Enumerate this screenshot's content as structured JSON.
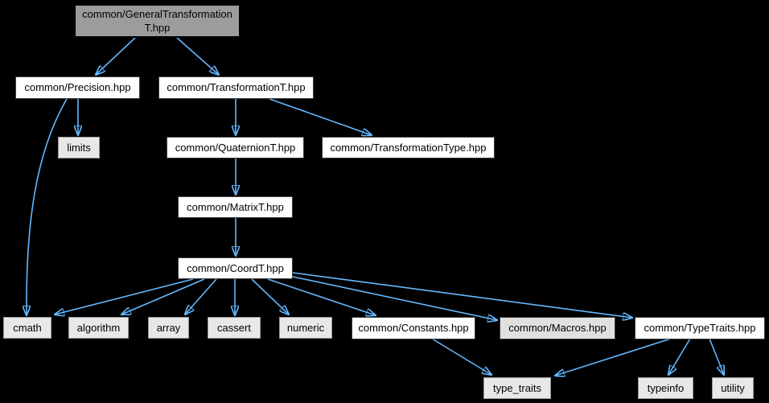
{
  "graph": {
    "kind": "include-dependency-graph",
    "background_color": "#000000",
    "edge_color": "#63b8ff",
    "root_fill": "#9c9c9c",
    "internal_fill": "#ffffff",
    "nolink_fill": "#e0e0e0",
    "external_fill": "#e8e8e8",
    "nodes": {
      "root": {
        "label": "common/GeneralTransformationT.hpp",
        "line1": "common/GeneralTransformation",
        "line2": "T.hpp"
      },
      "precision": {
        "label": "common/Precision.hpp"
      },
      "transformation_t": {
        "label": "common/TransformationT.hpp"
      },
      "limits": {
        "label": "limits"
      },
      "quaternion_t": {
        "label": "common/QuaternionT.hpp"
      },
      "transformation_type": {
        "label": "common/TransformationType.hpp"
      },
      "matrix_t": {
        "label": "common/MatrixT.hpp"
      },
      "coord_t": {
        "label": "common/CoordT.hpp"
      },
      "cmath": {
        "label": "cmath"
      },
      "algorithm": {
        "label": "algorithm"
      },
      "array": {
        "label": "array"
      },
      "cassert": {
        "label": "cassert"
      },
      "numeric": {
        "label": "numeric"
      },
      "constants": {
        "label": "common/Constants.hpp"
      },
      "macros": {
        "label": "common/Macros.hpp"
      },
      "typetraits_hpp": {
        "label": "common/TypeTraits.hpp"
      },
      "type_traits": {
        "label": "type_traits"
      },
      "typeinfo": {
        "label": "typeinfo"
      },
      "utility": {
        "label": "utility"
      }
    },
    "edges": [
      {
        "from": "common/GeneralTransformationT.hpp",
        "to": "common/Precision.hpp"
      },
      {
        "from": "common/GeneralTransformationT.hpp",
        "to": "common/TransformationT.hpp"
      },
      {
        "from": "common/Precision.hpp",
        "to": "limits"
      },
      {
        "from": "common/Precision.hpp",
        "to": "cmath"
      },
      {
        "from": "common/TransformationT.hpp",
        "to": "common/QuaternionT.hpp"
      },
      {
        "from": "common/TransformationT.hpp",
        "to": "common/TransformationType.hpp"
      },
      {
        "from": "common/QuaternionT.hpp",
        "to": "common/MatrixT.hpp"
      },
      {
        "from": "common/MatrixT.hpp",
        "to": "common/CoordT.hpp"
      },
      {
        "from": "common/CoordT.hpp",
        "to": "cmath"
      },
      {
        "from": "common/CoordT.hpp",
        "to": "algorithm"
      },
      {
        "from": "common/CoordT.hpp",
        "to": "array"
      },
      {
        "from": "common/CoordT.hpp",
        "to": "cassert"
      },
      {
        "from": "common/CoordT.hpp",
        "to": "numeric"
      },
      {
        "from": "common/CoordT.hpp",
        "to": "common/Constants.hpp"
      },
      {
        "from": "common/CoordT.hpp",
        "to": "common/Macros.hpp"
      },
      {
        "from": "common/CoordT.hpp",
        "to": "common/TypeTraits.hpp"
      },
      {
        "from": "common/Constants.hpp",
        "to": "type_traits"
      },
      {
        "from": "common/TypeTraits.hpp",
        "to": "type_traits"
      },
      {
        "from": "common/TypeTraits.hpp",
        "to": "typeinfo"
      },
      {
        "from": "common/TypeTraits.hpp",
        "to": "utility"
      }
    ]
  }
}
